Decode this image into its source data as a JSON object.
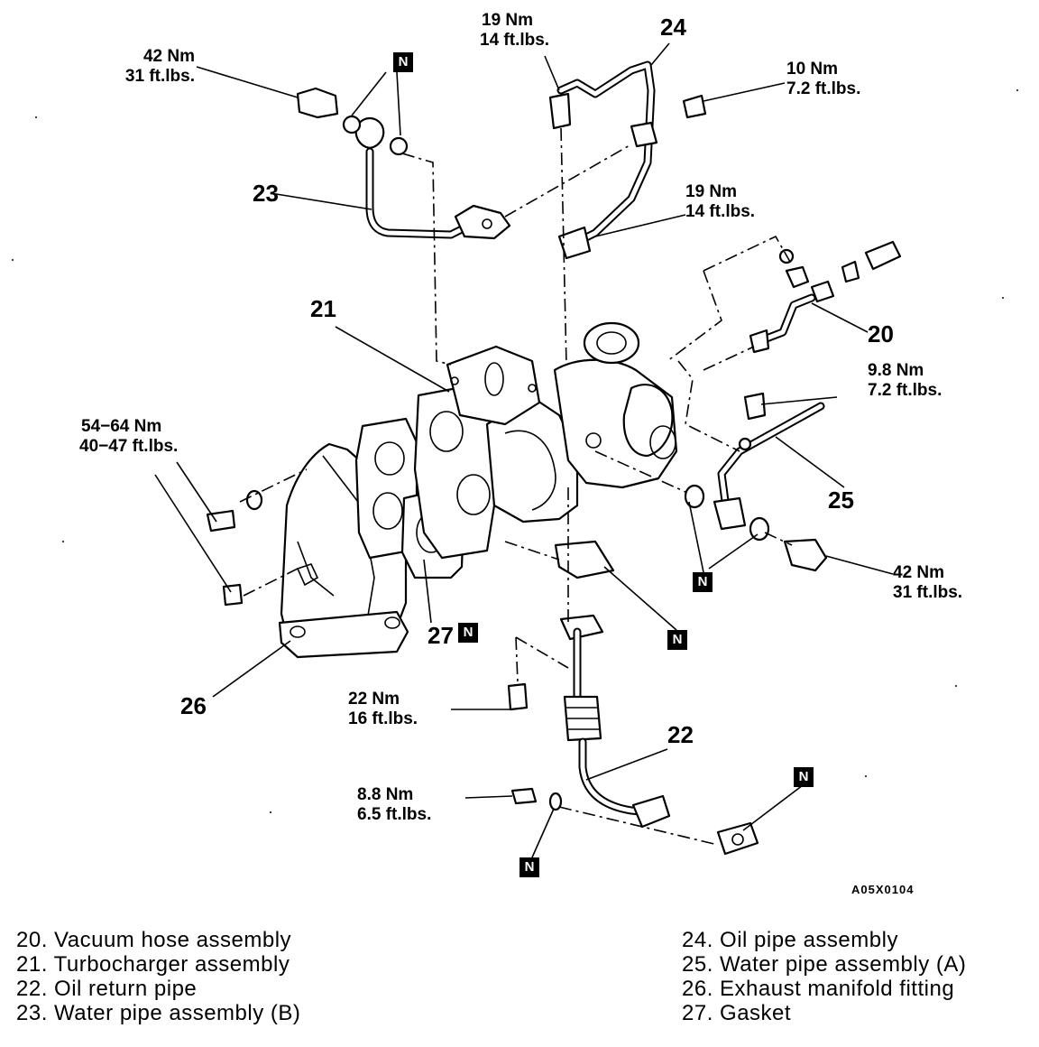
{
  "torques": {
    "t1": [
      "42 Nm",
      "31 ft.lbs."
    ],
    "t2": [
      "19 Nm",
      "14 ft.lbs."
    ],
    "t3": [
      "10 Nm",
      "7.2 ft.lbs."
    ],
    "t4": [
      "19 Nm",
      "14 ft.lbs."
    ],
    "t5": [
      "9.8 Nm",
      "7.2 ft.lbs."
    ],
    "t6": [
      "54−64 Nm",
      "40−47 ft.lbs."
    ],
    "t7": [
      "42 Nm",
      "31 ft.lbs."
    ],
    "t8": [
      "22 Nm",
      "16 ft.lbs."
    ],
    "t9": [
      "8.8 Nm",
      "6.5 ft.lbs."
    ]
  },
  "callouts": {
    "c20": "20",
    "c21": "21",
    "c22": "22",
    "c23": "23",
    "c24": "24",
    "c25": "25",
    "c26": "26",
    "c27": "27"
  },
  "new_part_marker": "N",
  "figure_code": "A05X0104",
  "legend": {
    "left": [
      "20. Vacuum hose assembly",
      "21. Turbocharger assembly",
      "22. Oil return pipe",
      "23. Water pipe assembly (B)"
    ],
    "right": [
      "24. Oil pipe assembly",
      "25. Water pipe assembly (A)",
      "26. Exhaust manifold fitting",
      "27. Gasket"
    ]
  }
}
